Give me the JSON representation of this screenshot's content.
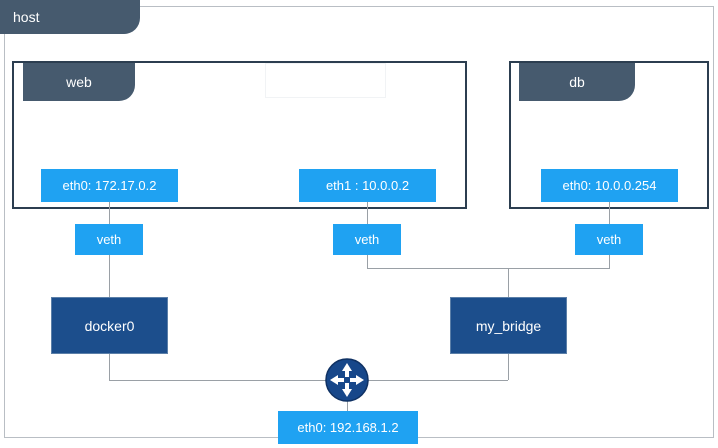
{
  "diagram": {
    "title": "host",
    "host": {
      "label": "host"
    },
    "containers": [
      {
        "name": "web",
        "label": "web"
      },
      {
        "name": "db",
        "label": "db"
      }
    ],
    "interfaces": [
      {
        "id": "web-eth0",
        "label": "eth0: 172.17.0.2"
      },
      {
        "id": "web-eth1",
        "label": "eth1 : 10.0.0.2"
      },
      {
        "id": "db-eth0",
        "label": "eth0: 10.0.0.254"
      },
      {
        "id": "host-eth0",
        "label": "eth0: 192.168.1.2"
      }
    ],
    "veths": [
      {
        "id": "veth-left",
        "label": "veth"
      },
      {
        "id": "veth-middle",
        "label": "veth"
      },
      {
        "id": "veth-right",
        "label": "veth"
      }
    ],
    "bridges": [
      {
        "id": "docker0",
        "label": "docker0"
      },
      {
        "id": "my_bridge",
        "label": "my_bridge"
      }
    ],
    "router": {
      "icon": "router-four-arrows-icon"
    },
    "colors": {
      "header_slate": "#465a6e",
      "container_border": "#2c3e50",
      "interface_blue": "#1fa2f2",
      "bridge_blue": "#1c4e8c",
      "line_gray": "#9aa0a6",
      "panel_border": "#b9bec4",
      "background": "#ffffff"
    }
  }
}
